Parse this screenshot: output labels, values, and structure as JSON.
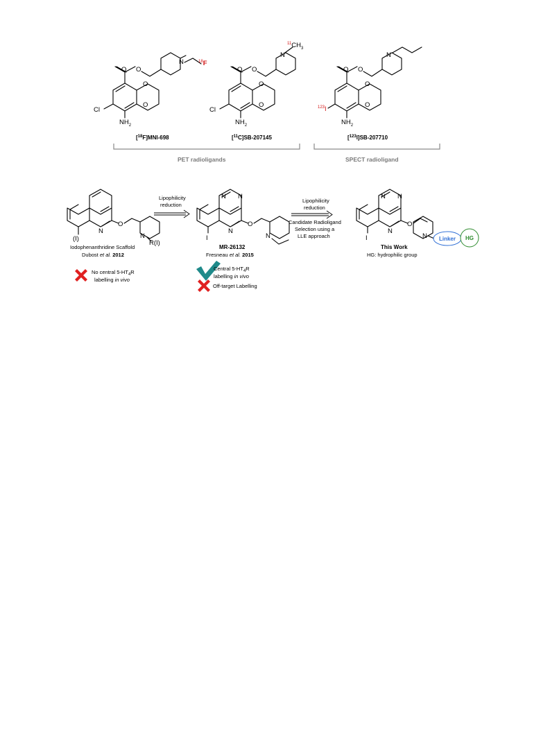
{
  "top_section": {
    "compounds": [
      {
        "name_prefix": "[",
        "isotope": "18",
        "name_element": "F",
        "name_suffix": "]MNI-698",
        "label_isotope": "18",
        "label_atom": "F"
      },
      {
        "name_prefix": "[",
        "isotope": "11",
        "name_element": "C",
        "name_suffix": "]SB-207145",
        "label_isotope": "11",
        "label_atom": "CH",
        "label_sub": "3"
      },
      {
        "name_prefix": "[",
        "isotope": "123",
        "name_element": "I",
        "name_suffix": "]SB-207710",
        "label_isotope": "123",
        "label_atom": "I"
      }
    ],
    "atom_labels": {
      "cl": "Cl",
      "nh": "NH",
      "nh_sub": "2",
      "o": "O",
      "n": "N"
    },
    "group_labels": {
      "pet": "PET radioligands",
      "spect": "SPECT radioligand"
    }
  },
  "bottom_section": {
    "scaffold": {
      "caption_line1": "Iodophenanthridine Scaffold",
      "caption_line2_a": "Dubost ",
      "caption_line2_italic": "et al.",
      "caption_line2_b": " 2012",
      "sub_i": "(I)",
      "sub_r": "R(I)",
      "outcome_text_1": "No central 5-HT",
      "outcome_text_sub": "4",
      "outcome_text_1b": "R",
      "outcome_text_2a": "labelling ",
      "outcome_text_2b": "in vivo"
    },
    "arrow1": {
      "line1": "Lipophilicity",
      "line2": "reduction"
    },
    "mr26132": {
      "name": "MR-26132",
      "ref_a": "Fresneau ",
      "ref_italic": "et al.",
      "ref_b": " 2015",
      "check_text_1": "Central 5-HT",
      "check_text_sub": "4",
      "check_text_1b": "R",
      "check_text_2a": "labelling ",
      "check_text_2b": "in vivo",
      "cross_text": "Off-target Labelling"
    },
    "arrow2": {
      "line1": "Lipophilicity",
      "line2": "reduction",
      "line3": "Candidate Radioligand",
      "line4": "Selection using a",
      "line5": "LLE approach"
    },
    "this_work": {
      "name": "This Work",
      "subtitle": "HG: hydrophilic group",
      "linker": "Linker",
      "hg": "HG"
    },
    "atom_labels": {
      "n": "N",
      "o": "O",
      "i": "I"
    }
  },
  "colors": {
    "radio_red": "#d21414",
    "check_teal": "#1f8a8a",
    "cross_red": "#e02020",
    "linker_blue": "#2f6fd6",
    "hg_green": "#2e8b2e",
    "bracket_grey": "#8a8a8a"
  },
  "icons": [
    "checkmark-icon",
    "cross-icon",
    "cross-icon"
  ]
}
